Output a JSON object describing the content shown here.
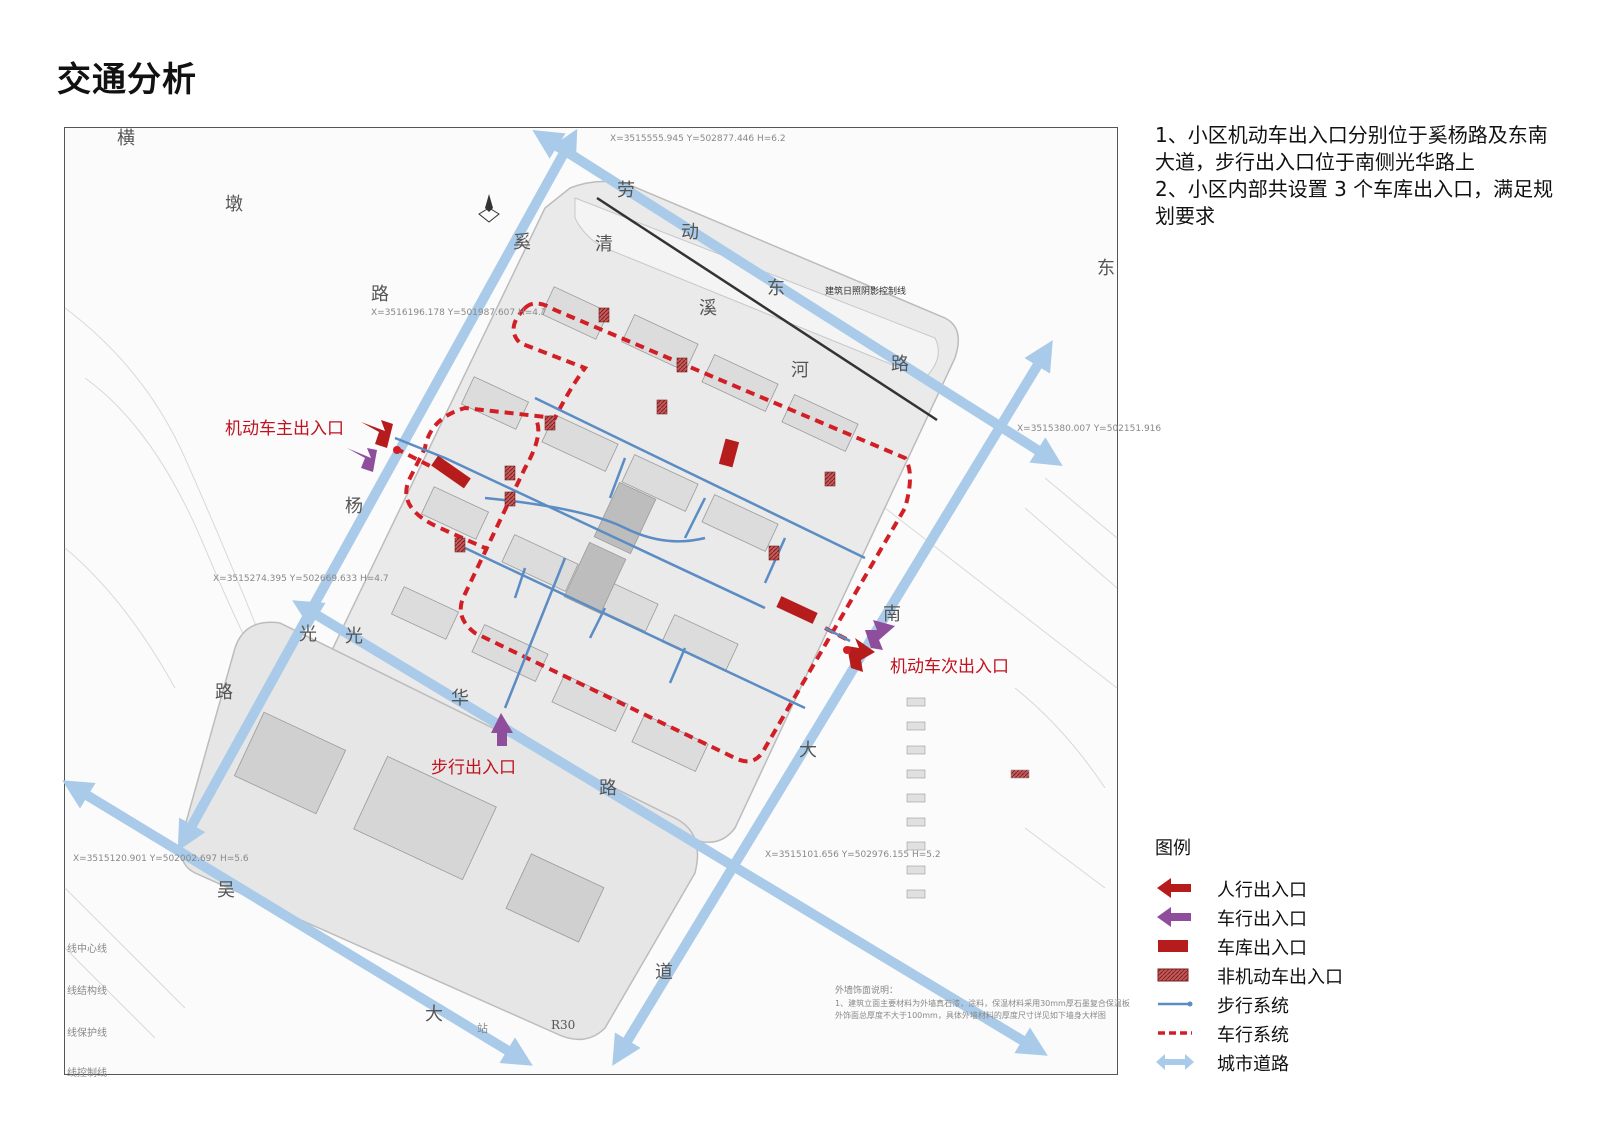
{
  "page": {
    "title": "交通分析"
  },
  "description": {
    "lines": [
      "1、小区机动车出入口分别位于奚杨路及东南大道，步行出入口位于南侧光华路上",
      "2、小区内部共设置 3 个车库出入口，满足规划要求"
    ]
  },
  "map": {
    "labels": {
      "main_vehicle_entrance": "机动车主出入口",
      "secondary_vehicle_entrance": "机动车次出入口",
      "pedestrian_entrance": "步行出入口"
    },
    "road_characters": [
      "横",
      "墩",
      "路",
      "奚",
      "杨",
      "清",
      "溪",
      "河",
      "劳",
      "动",
      "东",
      "路",
      "东",
      "南",
      "大",
      "道",
      "光",
      "华",
      "路",
      "吴",
      "大",
      "R30",
      "光",
      "路"
    ],
    "notes": {
      "sunshade_line": "建筑日照阴影控制线",
      "coord_1": "X=3515555.945 Y=502877.446 H=6.2",
      "coord_2": "X=3516196.178 Y=501987.607 H=4.7",
      "coord_3": "X=3515380.007 Y=502151.916",
      "coord_4": "X=3515274.395 Y=502669.633 H=4.7",
      "coord_5": "X=3515101.656 Y=502976.155 H=5.2",
      "coord_6": "X=3515120.901 Y=502002.697 H=5.6",
      "left_line_1": "线中心线",
      "left_line_2": "线结构线",
      "left_line_3": "线保护线",
      "left_line_4": "线控制线",
      "facade_note_title": "外墙饰面说明：",
      "facade_note_body": "1、建筑立面主要材料为外墙真石漆，涂料，保温材料采用30mm厚石墨复合保温板",
      "facade_note_body2": "外饰面总厚度不大于100mm，具体外墙材料的厚度尺寸详见如下墙身大样图",
      "station": "站"
    }
  },
  "legend": {
    "title": "图例",
    "items": [
      {
        "label": "人行出入口",
        "symbol": "arrow-red",
        "color": "#b71c1c"
      },
      {
        "label": "车行出入口",
        "symbol": "arrow-purple",
        "color": "#8e4e9c"
      },
      {
        "label": "车库出入口",
        "symbol": "rect-red",
        "color": "#b71c1c"
      },
      {
        "label": "非机动车出入口",
        "symbol": "rect-hatched",
        "color": "#c65a5a"
      },
      {
        "label": "步行系统",
        "symbol": "line-blue",
        "color": "#5b8cc4"
      },
      {
        "label": "车行系统",
        "symbol": "line-red-dashed",
        "color": "#d21f26"
      },
      {
        "label": "城市道路",
        "symbol": "arrow-lightblue",
        "color": "#a9cbe9"
      }
    ]
  }
}
